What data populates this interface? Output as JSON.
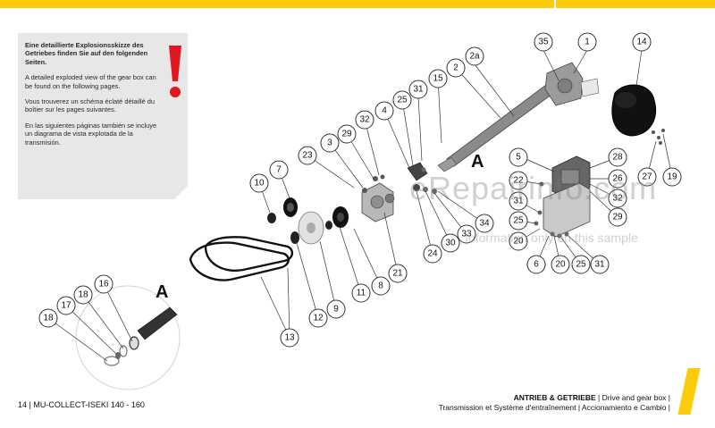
{
  "note": {
    "de": "Eine detaillierte Explosionsskizze des Getriebes finden Sie auf den folgenden Seiten.",
    "en": "A detailed exploded view of the gear box can be found on the following pages.",
    "fr": "Vous trouverez un schéma éclaté détaillé du boîtier sur les pages suivantes.",
    "es": "En las siguientes páginas también se incluye un diagrama de vista explotada de la transmisión."
  },
  "detail_label": "A",
  "callouts": {
    "c1": "1",
    "c2": "2",
    "c2a": "2a",
    "c3": "3",
    "c4": "4",
    "c5": "5",
    "c6": "6",
    "c7": "7",
    "c8": "8",
    "c9": "9",
    "c10": "10",
    "c11": "11",
    "c12": "12",
    "c13": "13",
    "c14": "14",
    "c15": "15",
    "c16": "16",
    "c17": "17",
    "c18a": "18",
    "c18b": "18",
    "c19": "19",
    "c20a": "20",
    "c20b": "20",
    "c21": "21",
    "c22": "22",
    "c23": "23",
    "c24": "24",
    "c25a": "25",
    "c25b": "25",
    "c25c": "25",
    "c26": "26",
    "c27": "27",
    "c28": "28",
    "c29a": "29",
    "c29b": "29",
    "c30": "30",
    "c31a": "31",
    "c31b": "31",
    "c31c": "31",
    "c32a": "32",
    "c32b": "32",
    "c33": "33",
    "c34": "34",
    "c35": "35"
  },
  "watermark": {
    "main": "eRepairinfo.com",
    "sub": "Information only on this sample"
  },
  "footer": {
    "page": "14 | MU-COLLECT-ISEKI 140 - 160",
    "section_bold": "ANTRIEB & GETRIEBE",
    "section_en": " | Drive and gear box |",
    "section_line2": "Transmission et Système d'entraînement | Accionamiento e Cambio |"
  },
  "colors": {
    "accent": "#fccc0a",
    "exclamation": "#e3171f",
    "note_bg": "#e7e7e7"
  }
}
